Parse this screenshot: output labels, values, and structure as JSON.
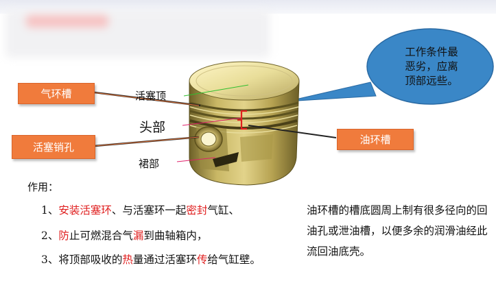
{
  "labels": {
    "top": "活塞顶",
    "head": "头部",
    "skirt": "裙部"
  },
  "tags": {
    "gas_ring_groove": "气环槽",
    "pin_hole": "活塞销孔",
    "oil_ring_groove": "油环槽"
  },
  "callout": {
    "lines": [
      "工作条件最",
      "恶劣，应离",
      "顶部远些。"
    ]
  },
  "function": {
    "heading": "作用：",
    "items": [
      [
        {
          "t": "1、"
        },
        {
          "t": "安装活塞环",
          "red": true
        },
        {
          "t": "、与活塞环一起"
        },
        {
          "t": "密封",
          "red": true
        },
        {
          "t": "气缸、"
        }
      ],
      [
        {
          "t": "2、"
        },
        {
          "t": "防",
          "red": true
        },
        {
          "t": "止可燃混合气"
        },
        {
          "t": "漏",
          "red": true
        },
        {
          "t": "到曲轴箱内，"
        }
      ],
      [
        {
          "t": "3、将顶部吸收的"
        },
        {
          "t": "热",
          "red": true
        },
        {
          "t": "量通过活塞环"
        },
        {
          "t": "传",
          "red": true
        },
        {
          "t": "给气缸壁。"
        }
      ]
    ]
  },
  "note": {
    "text": "油环槽的槽底圆周上制有很多径向的回油孔或泄油槽，以便多余的润滑油经此流回油底壳。"
  },
  "colors": {
    "tag_fill": "#f07b3c",
    "callout_fill": "#3a87c7",
    "highlight": "#e02020",
    "piston_metal": "#b7a352"
  }
}
